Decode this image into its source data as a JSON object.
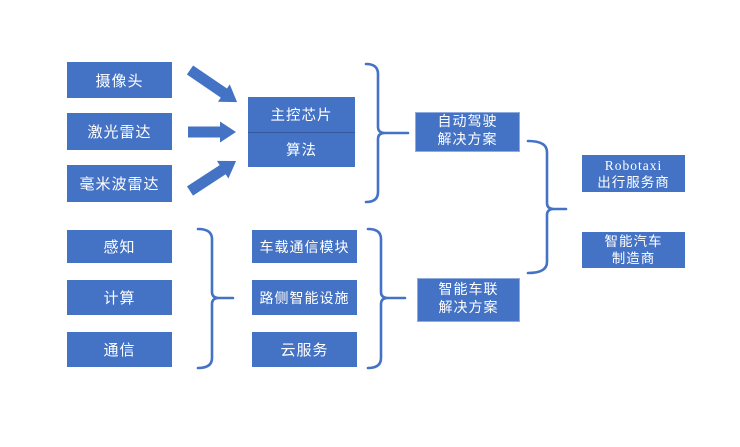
{
  "colors": {
    "box_fill": "#4472c4",
    "box_text": "#ffffff",
    "connector": "#4472c4",
    "solution_border": "#8faadc",
    "background": "#ffffff"
  },
  "icons": {
    "arrow": "block-arrow-right",
    "brace": "curly-brace-right"
  },
  "top_section": {
    "inputs": [
      {
        "label": "摄像头"
      },
      {
        "label": "激光雷达"
      },
      {
        "label": "毫米波雷达"
      }
    ],
    "processor": {
      "line1": "主控芯片",
      "line2": "算法"
    },
    "solution": {
      "line1": "自动驾驶",
      "line2": "解决方案"
    }
  },
  "bottom_section": {
    "capabilities": [
      {
        "label": "感知"
      },
      {
        "label": "计算"
      },
      {
        "label": "通信"
      }
    ],
    "infrastructure": [
      {
        "label": "车载通信模块"
      },
      {
        "label": "路侧智能设施"
      },
      {
        "label": "云服务"
      }
    ],
    "solution": {
      "line1": "智能车联",
      "line2": "解决方案"
    }
  },
  "outputs": [
    {
      "line1": "Robotaxi",
      "line2": "出行服务商"
    },
    {
      "line1": "智能汽车",
      "line2": "制造商"
    }
  ]
}
